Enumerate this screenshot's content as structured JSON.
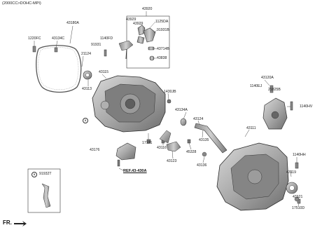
{
  "header": "(2000CC>DOHC-MPI)",
  "footer": {
    "fr": "FR."
  },
  "reference": "REF.43-430A",
  "callout": {
    "letter": "a",
    "part": "91932T"
  },
  "casing_letter": "a",
  "parts": [
    {
      "id": "p43180A",
      "text": "43180A"
    },
    {
      "id": "p1220FC",
      "text": "1220FC"
    },
    {
      "id": "p43134C",
      "text": "43134C"
    },
    {
      "id": "p21124",
      "text": "21124"
    },
    {
      "id": "p43920",
      "text": "43920"
    },
    {
      "id": "p43929a",
      "text": "43929"
    },
    {
      "id": "p43929b",
      "text": "43929"
    },
    {
      "id": "p1125DA",
      "text": "1125DA"
    },
    {
      "id": "p91931B",
      "text": "91931B"
    },
    {
      "id": "p1140FD",
      "text": "1140FD"
    },
    {
      "id": "p91931",
      "text": "91931"
    },
    {
      "id": "p43714B",
      "text": "43714B"
    },
    {
      "id": "p43838",
      "text": "43838"
    },
    {
      "id": "p43115",
      "text": "43115"
    },
    {
      "id": "p43113",
      "text": "43113"
    },
    {
      "id": "p1430JB",
      "text": "1430JB"
    },
    {
      "id": "p43120A",
      "text": "43120A"
    },
    {
      "id": "p1140EJ",
      "text": "1140EJ"
    },
    {
      "id": "p21825B",
      "text": "21825B"
    },
    {
      "id": "p1140HV",
      "text": "1140HV"
    },
    {
      "id": "p43134A",
      "text": "43134A"
    },
    {
      "id": "p43124",
      "text": "43124"
    },
    {
      "id": "p43111",
      "text": "43111"
    },
    {
      "id": "p17121",
      "text": "17121"
    },
    {
      "id": "p43135",
      "text": "43135"
    },
    {
      "id": "p43176",
      "text": "43176"
    },
    {
      "id": "p43116",
      "text": "43116"
    },
    {
      "id": "p45328",
      "text": "45328"
    },
    {
      "id": "p43123",
      "text": "43123"
    },
    {
      "id": "p43136",
      "text": "43136"
    },
    {
      "id": "p1140HH",
      "text": "1140HH"
    },
    {
      "id": "p43119",
      "text": "43119"
    },
    {
      "id": "p43121",
      "text": "43121"
    },
    {
      "id": "p17510D",
      "text": "17510D"
    }
  ]
}
